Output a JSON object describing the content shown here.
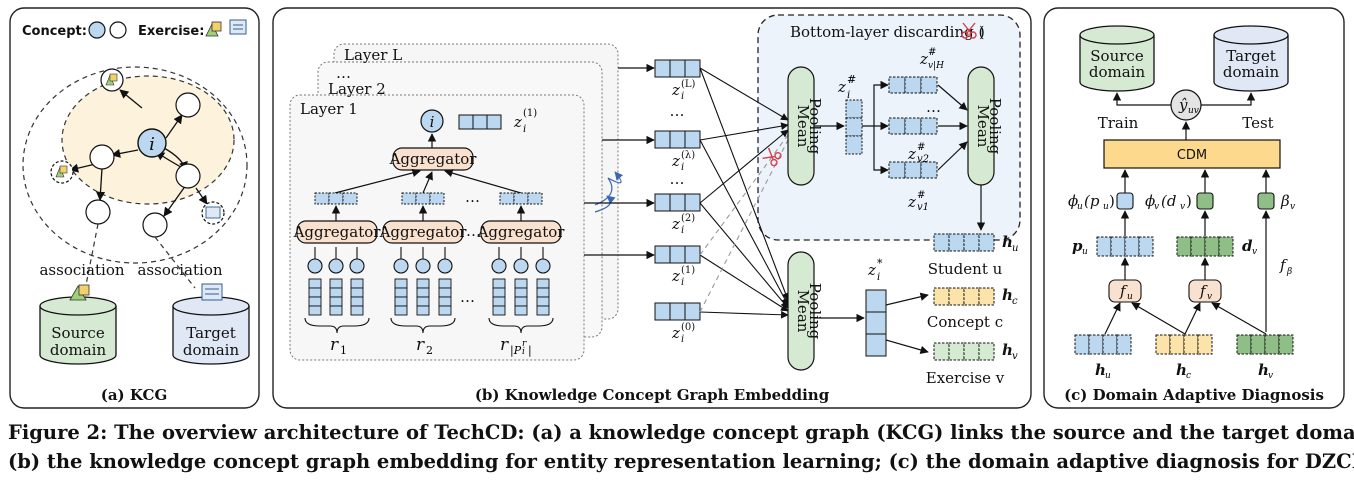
{
  "panels": {
    "a": {
      "label": "(a) KCG",
      "legend_concept": "Concept:",
      "legend_exercise": "Exercise:",
      "center_node": "i",
      "association_left": "association",
      "association_right": "association",
      "source": [
        "Source",
        "domain"
      ],
      "target": [
        "Target",
        "domain"
      ]
    },
    "b": {
      "label": "(b) Knowledge Concept Graph Embedding",
      "layer_l": "Layer L",
      "layer_2": "Layer 2",
      "layer_1": "Layer 1",
      "dots": "…",
      "node_i": "i",
      "z_i1": "z",
      "aggregator": "Aggregator",
      "r_labels": [
        "r",
        "r",
        "r"
      ],
      "z_labels": [
        "z",
        "z",
        "z",
        "z",
        "z"
      ],
      "z_sup": [
        "(L)",
        "(λ)",
        "(2)",
        "(1)",
        "(0)"
      ],
      "bottom_discard": "Bottom-layer discarding (",
      "bottom_discard_end": ")",
      "mean": "Mean",
      "pooling": "Pooling",
      "z_hash": "z",
      "z_star": "z",
      "h_u": "h",
      "h_c": "h",
      "h_v": "h",
      "student": "Student u",
      "concept": "Concept c",
      "exercise": "Exercise v"
    },
    "c": {
      "label": "(c) Domain Adaptive Diagnosis",
      "source": [
        "Source",
        "domain"
      ],
      "target": [
        "Target",
        "domain"
      ],
      "train": "Train",
      "test": "Test",
      "y_hat": "ŷ",
      "cdm": "CDM",
      "phi_u": "ϕ",
      "phi_v": "ϕ",
      "beta_v": "β",
      "f_u": "f",
      "f_v": "f",
      "f_beta": "f",
      "p_u": "p",
      "d_v": "d",
      "h_u": "h",
      "h_c": "h",
      "h_v": "h"
    }
  },
  "caption": [
    "Figure 2: The overview architecture of TechCD: (a) a knowledge concept graph (KCG) links the source and the target domains;",
    "(b) the knowledge concept graph embedding for entity representation learning; (c) the domain adaptive diagnosis for DZCD."
  ],
  "colors": {
    "blue_fill": "#bcd7f0",
    "blue_stroke": "#2f5f8f",
    "green_fill": "#d6ead3",
    "green_dark": "#8fbf86",
    "yellow_fill": "#fbe3a9",
    "peach_fill": "#f8e1cf",
    "cream_fill": "#fdf3dc",
    "gray_fill": "#e4e4e4",
    "discard_bg": "#edf3fa",
    "cdm_fill": "#fcd98c",
    "cut_red": "#d6404a"
  }
}
